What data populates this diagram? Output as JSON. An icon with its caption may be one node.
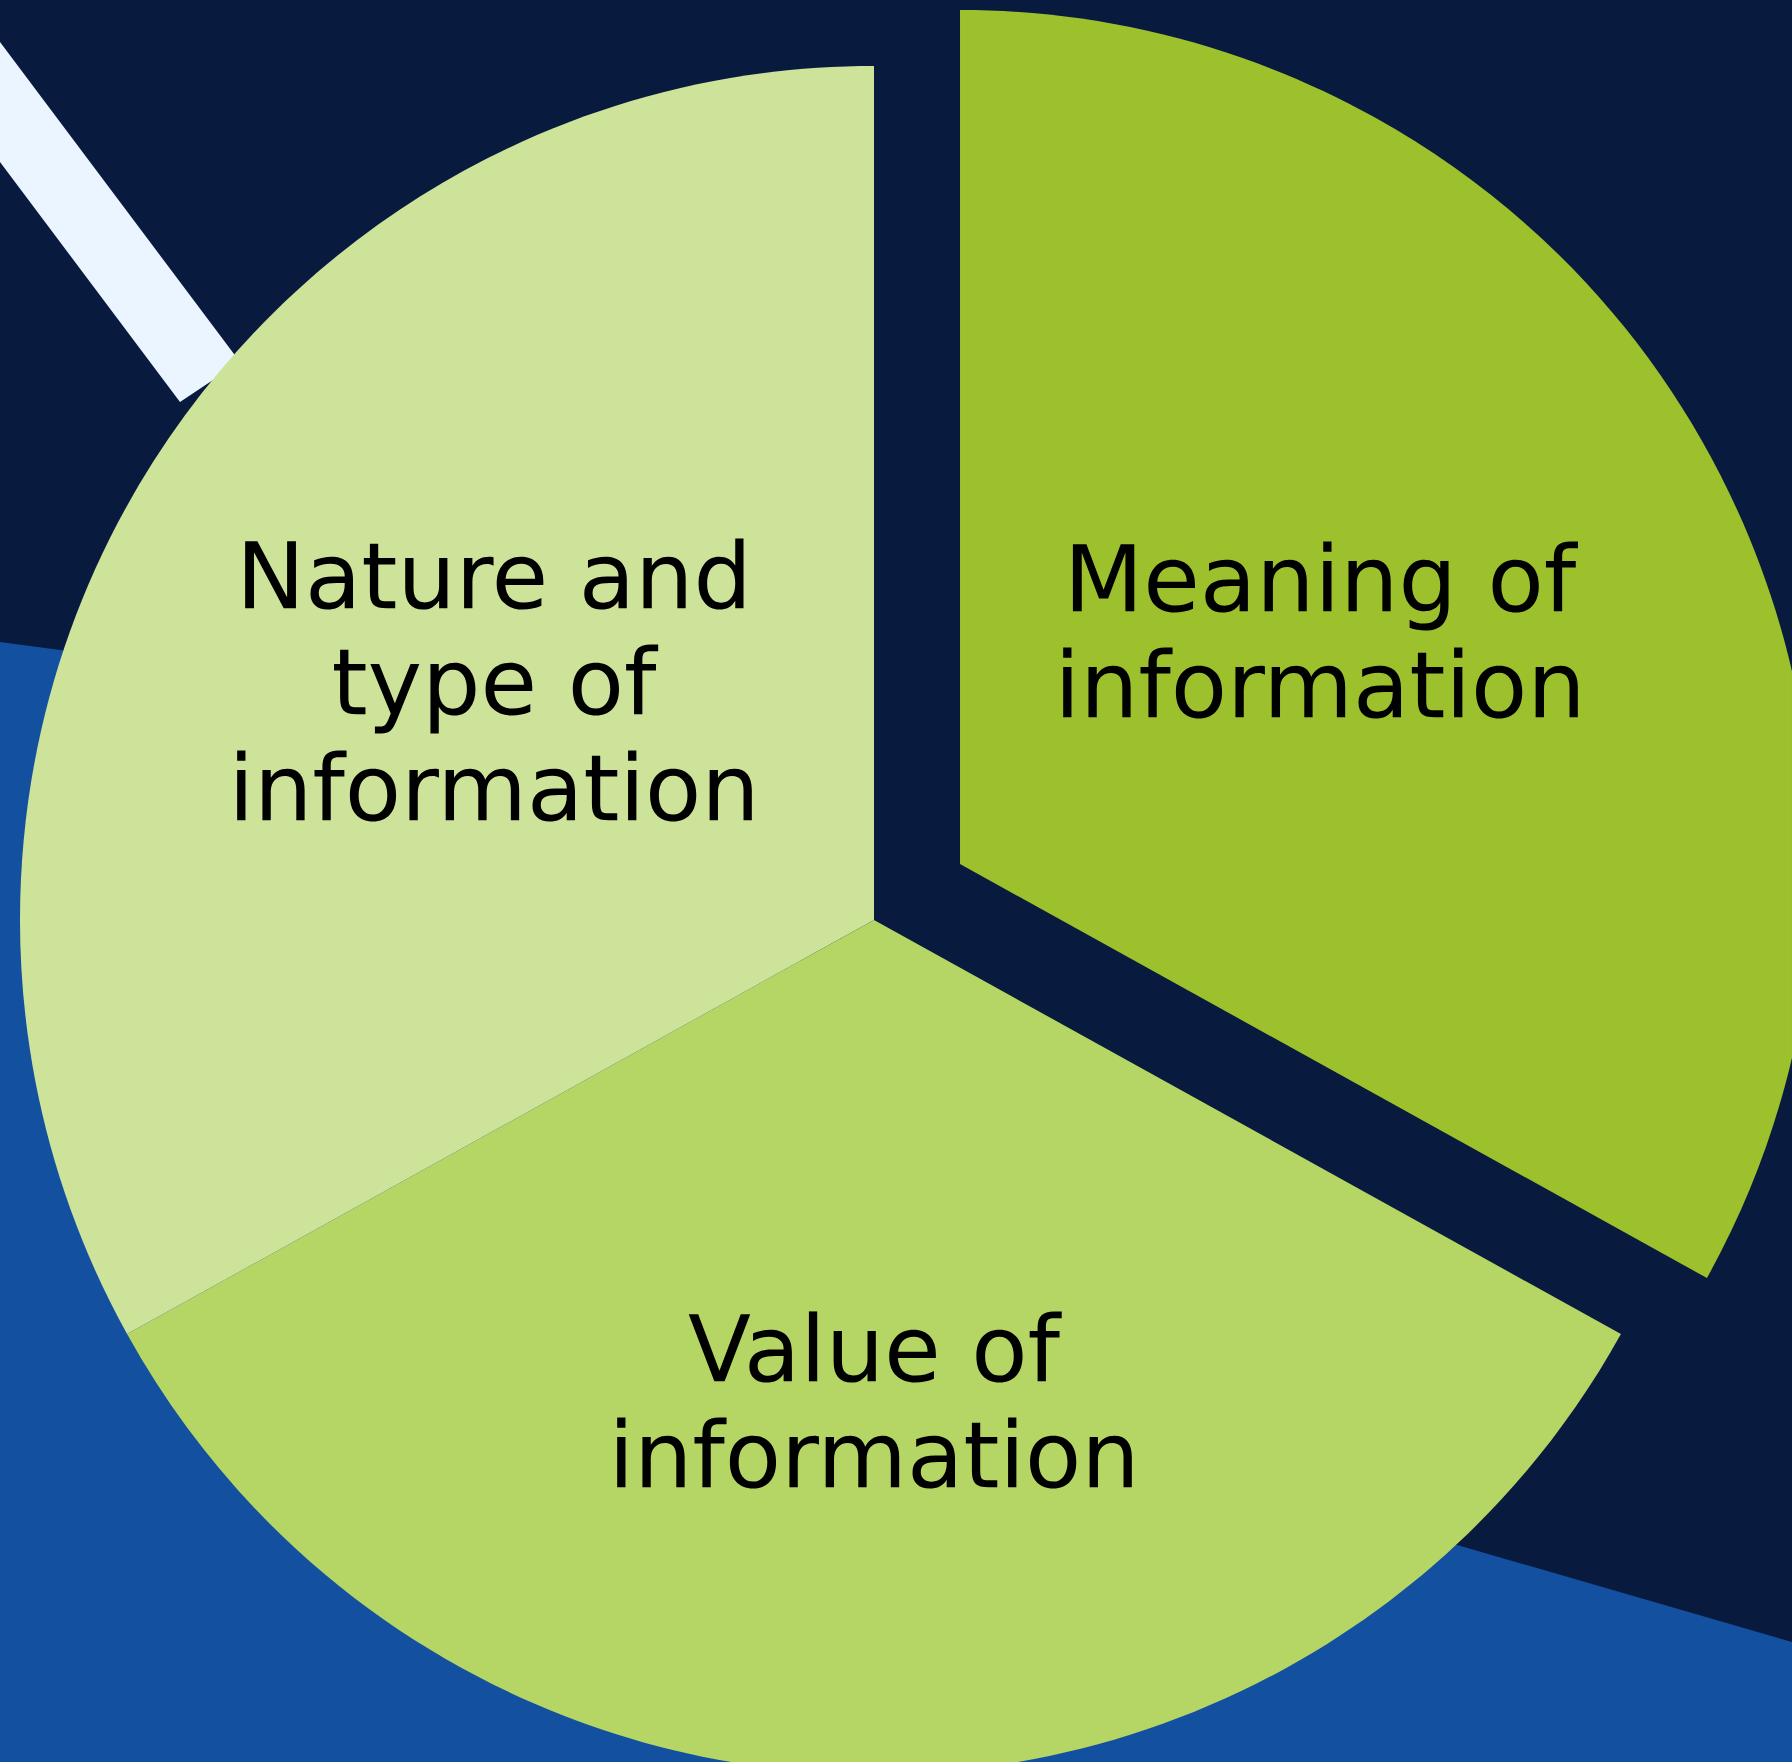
{
  "diagram": {
    "nodes": [
      {
        "text": [
          "Nature and type of information"
        ]
      },
      {
        "text": [
          "Meaning of information"
        ]
      },
      {
        "text": [
          "Value of information"
        ]
      }
    ]
  }
}
